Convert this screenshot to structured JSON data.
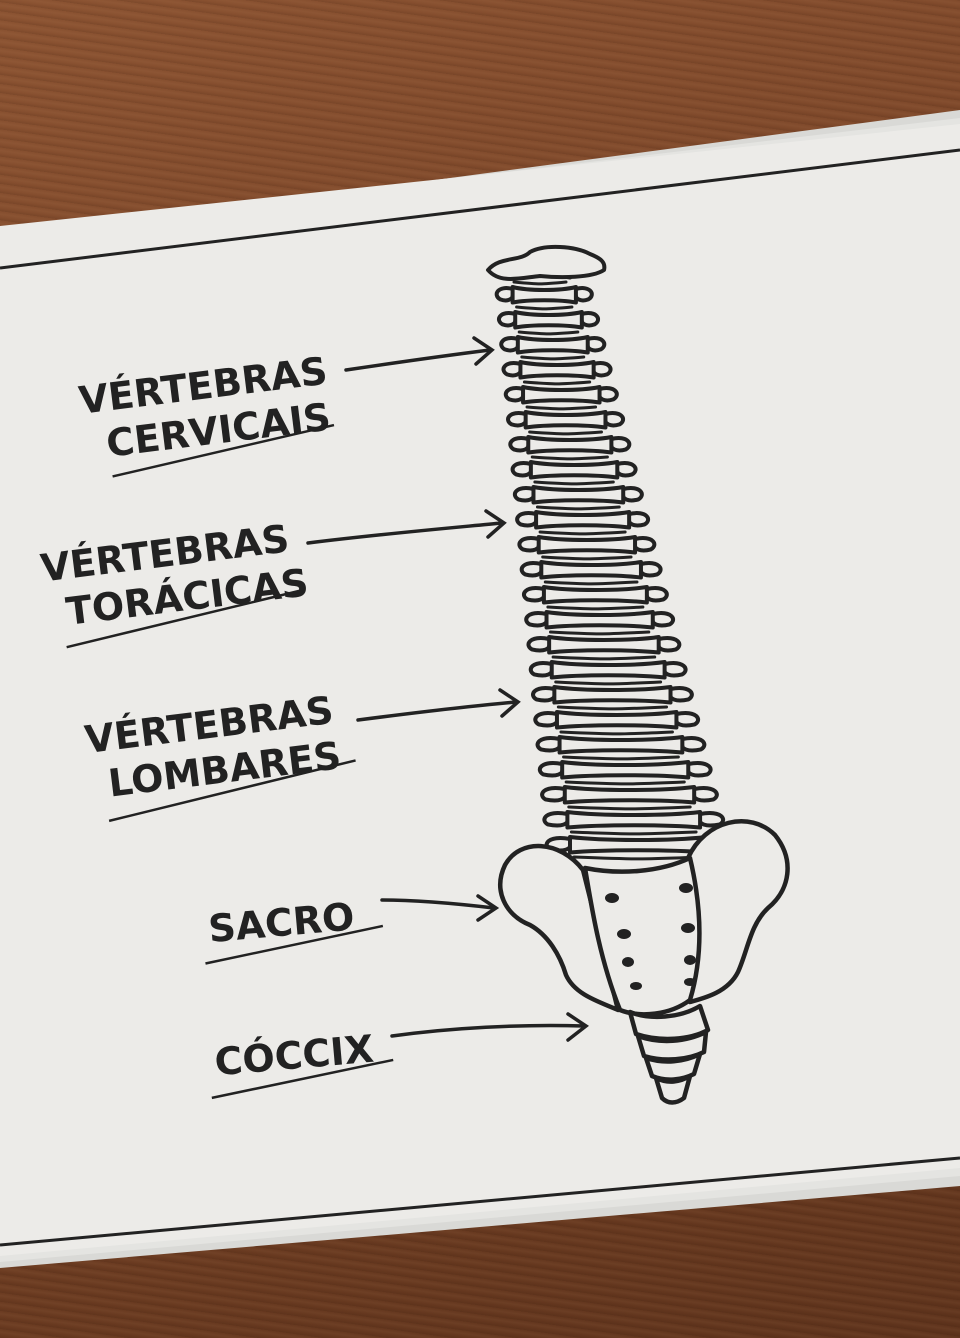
{
  "labels": {
    "cervical": {
      "line1": "VÉRTEBRAS",
      "line2": "CERVICAIS"
    },
    "thoracic": {
      "line1": "VÉRTEBRAS",
      "line2": "TORÁCICAS"
    },
    "lumbar": {
      "line1": "VÉRTEBRAS",
      "line2": "LOMBARES"
    },
    "sacrum": "SACRO",
    "coccyx": "CÓCCIX"
  },
  "colors": {
    "ink": "#222222",
    "paper": "#ececea",
    "wood": "#7a4528"
  },
  "vertebrae_count": 24
}
